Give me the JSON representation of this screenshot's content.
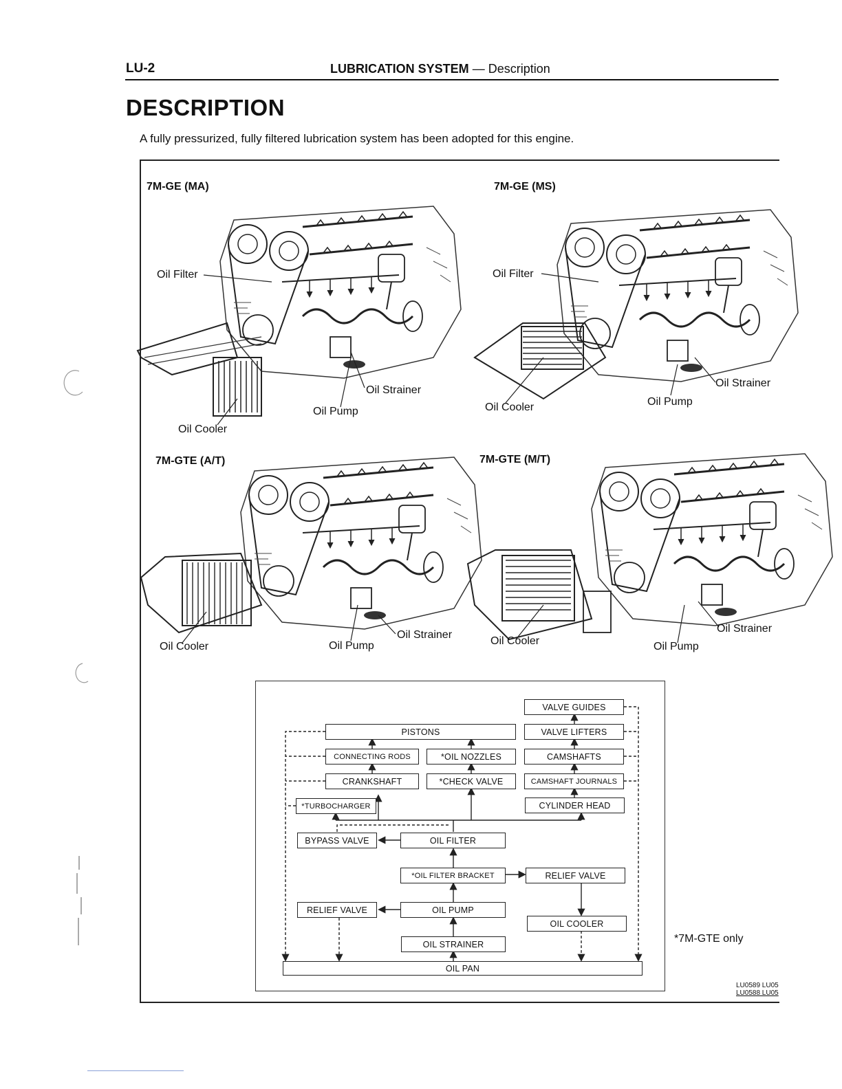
{
  "header": {
    "page_id": "LU-2",
    "section": "LUBRICATION SYSTEM",
    "separator": "—",
    "subsection": "Description"
  },
  "title": "DESCRIPTION",
  "intro": "A fully pressurized, fully filtered lubrication system has been adopted for this engine.",
  "panels": [
    {
      "title": "7M-GE (MA)",
      "labels": {
        "oil_filter": "Oil Filter",
        "oil_strainer": "Oil Strainer",
        "oil_pump": "Oil Pump",
        "oil_cooler": "Oil Cooler"
      }
    },
    {
      "title": "7M-GE (MS)",
      "labels": {
        "oil_filter": "Oil Filter",
        "oil_strainer": "Oil Strainer",
        "oil_pump": "Oil Pump",
        "oil_cooler": "Oil Cooler"
      }
    },
    {
      "title": "7M-GTE (A/T)",
      "labels": {
        "oil_strainer": "Oil Strainer",
        "oil_pump": "Oil Pump",
        "oil_cooler": "Oil Cooler"
      }
    },
    {
      "title": "7M-GTE (M/T)",
      "labels": {
        "oil_strainer": "Oil Strainer",
        "oil_pump": "Oil Pump",
        "oil_cooler": "Oil Cooler"
      }
    }
  ],
  "flow": {
    "valve_guides": "VALVE GUIDES",
    "pistons": "PISTONS",
    "valve_lifters": "VALVE LIFTERS",
    "connecting_rods": "CONNECTING RODS",
    "oil_nozzles": "*OIL NOZZLES",
    "camshafts": "CAMSHAFTS",
    "crankshaft": "CRANKSHAFT",
    "check_valve": "*CHECK VALVE",
    "camshaft_journals": "CAMSHAFT JOURNALS",
    "turbocharger": "*TURBOCHARGER",
    "cylinder_head": "CYLINDER HEAD",
    "bypass_valve": "BYPASS VALVE",
    "oil_filter": "OIL FILTER",
    "oil_filter_bracket": "*OIL FILTER BRACKET",
    "relief_valve_right": "RELIEF VALVE",
    "relief_valve_left": "RELIEF VALVE",
    "oil_pump": "OIL PUMP",
    "oil_cooler": "OIL COOLER",
    "oil_strainer": "OIL STRAINER",
    "oil_pan": "OIL PAN"
  },
  "footnote": "*7M-GTE only",
  "figure_codes": [
    "LU0589 LU05",
    "LU0588 LU05"
  ]
}
